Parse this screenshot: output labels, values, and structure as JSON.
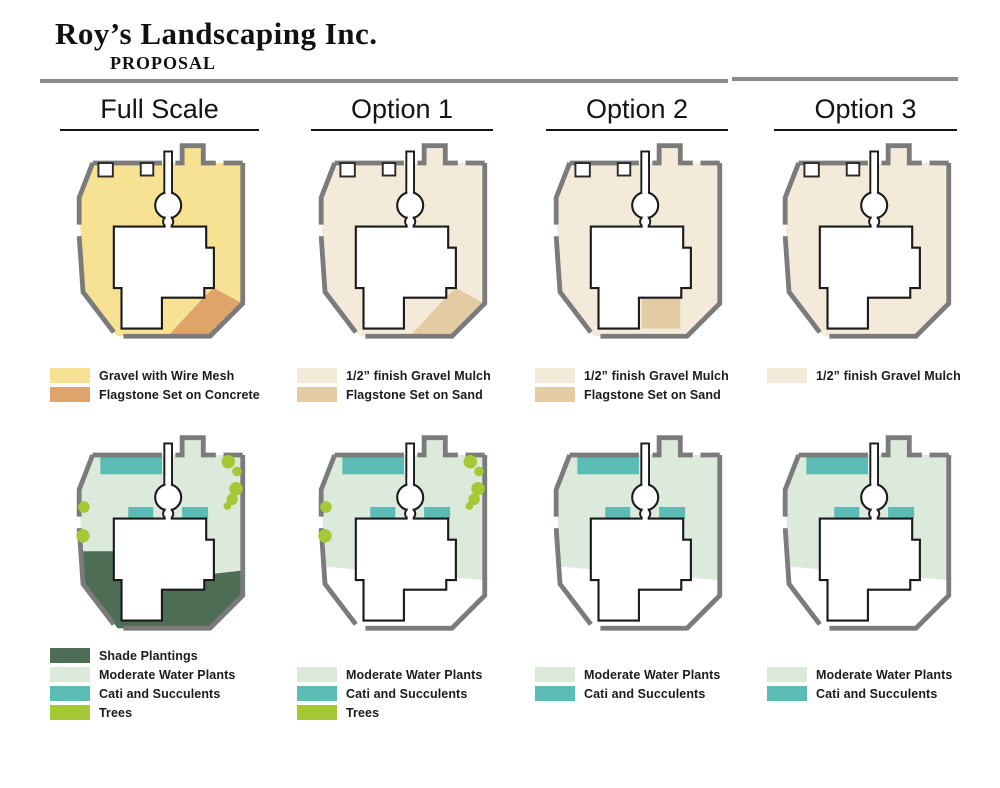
{
  "header": {
    "title": "Roy’s Landscaping Inc.",
    "subtitle": "PROPOSAL"
  },
  "palette": {
    "gravel_wire_mesh": "#F6E292",
    "flagstone_concrete": "#DEA46A",
    "gravel_mulch": "#F4EADA",
    "flagstone_sand": "#E3CCA4",
    "shade_plantings": "#4D6E55",
    "moderate_water": "#DCEADC",
    "cacti_succulents": "#5ABCB4",
    "trees": "#A5C936",
    "wall": "#7B7B7B",
    "outline": "#1A1A1A",
    "header_rule": "#8A8A8A"
  },
  "columns": [
    {
      "label": "Full Scale",
      "hardscape": {
        "base": "gravel_wire_mesh",
        "flagstone": "diagonal",
        "flagstone_color": "flagstone_concrete",
        "wall_planters": true
      },
      "hardscape_legend": [
        {
          "color": "gravel_wire_mesh",
          "label": "Gravel with Wire Mesh"
        },
        {
          "color": "flagstone_concrete",
          "label": "Flagstone Set on Concrete"
        }
      ],
      "planting": {
        "ground": "full",
        "shade": true,
        "cacti": true,
        "trees": true
      },
      "planting_legend_start_row": 0,
      "planting_legend": [
        {
          "color": "shade_plantings",
          "label": "Shade Plantings"
        },
        {
          "color": "moderate_water",
          "label": "Moderate Water Plants"
        },
        {
          "color": "cacti_succulents",
          "label": "Cati and Succulents"
        },
        {
          "color": "trees",
          "label": "Trees"
        }
      ]
    },
    {
      "label": "Option 1",
      "hardscape": {
        "base": "gravel_mulch",
        "flagstone": "diagonal",
        "flagstone_color": "flagstone_sand",
        "wall_planters": true
      },
      "hardscape_legend": [
        {
          "color": "gravel_mulch",
          "label": "1/2” finish Gravel Mulch"
        },
        {
          "color": "flagstone_sand",
          "label": "Flagstone Set on Sand"
        }
      ],
      "planting": {
        "ground": "partial",
        "shade": false,
        "cacti": true,
        "trees": true
      },
      "planting_legend_start_row": 1,
      "planting_legend": [
        {
          "color": "moderate_water",
          "label": "Moderate Water Plants"
        },
        {
          "color": "cacti_succulents",
          "label": "Cati and Succulents"
        },
        {
          "color": "trees",
          "label": "Trees"
        }
      ]
    },
    {
      "label": "Option 2",
      "hardscape": {
        "base": "gravel_mulch",
        "flagstone": "square",
        "flagstone_color": "flagstone_sand",
        "wall_planters": true
      },
      "hardscape_legend": [
        {
          "color": "gravel_mulch",
          "label": "1/2” finish Gravel Mulch"
        },
        {
          "color": "flagstone_sand",
          "label": "Flagstone Set on Sand"
        }
      ],
      "planting": {
        "ground": "partial",
        "shade": false,
        "cacti": true,
        "trees": false
      },
      "planting_legend_start_row": 1,
      "planting_legend": [
        {
          "color": "moderate_water",
          "label": "Moderate Water Plants"
        },
        {
          "color": "cacti_succulents",
          "label": "Cati and Succulents"
        }
      ]
    },
    {
      "label": "Option 3",
      "hardscape": {
        "base": "gravel_mulch",
        "flagstone": null,
        "flagstone_color": null,
        "wall_planters": true
      },
      "hardscape_legend": [
        {
          "color": "gravel_mulch",
          "label": "1/2” finish Gravel Mulch"
        }
      ],
      "planting": {
        "ground": "partial",
        "shade": false,
        "cacti": true,
        "trees": false
      },
      "planting_legend_start_row": 1,
      "planting_legend": [
        {
          "color": "moderate_water",
          "label": "Moderate Water Plants"
        },
        {
          "color": "cacti_succulents",
          "label": "Cati and Succulents"
        }
      ]
    }
  ]
}
